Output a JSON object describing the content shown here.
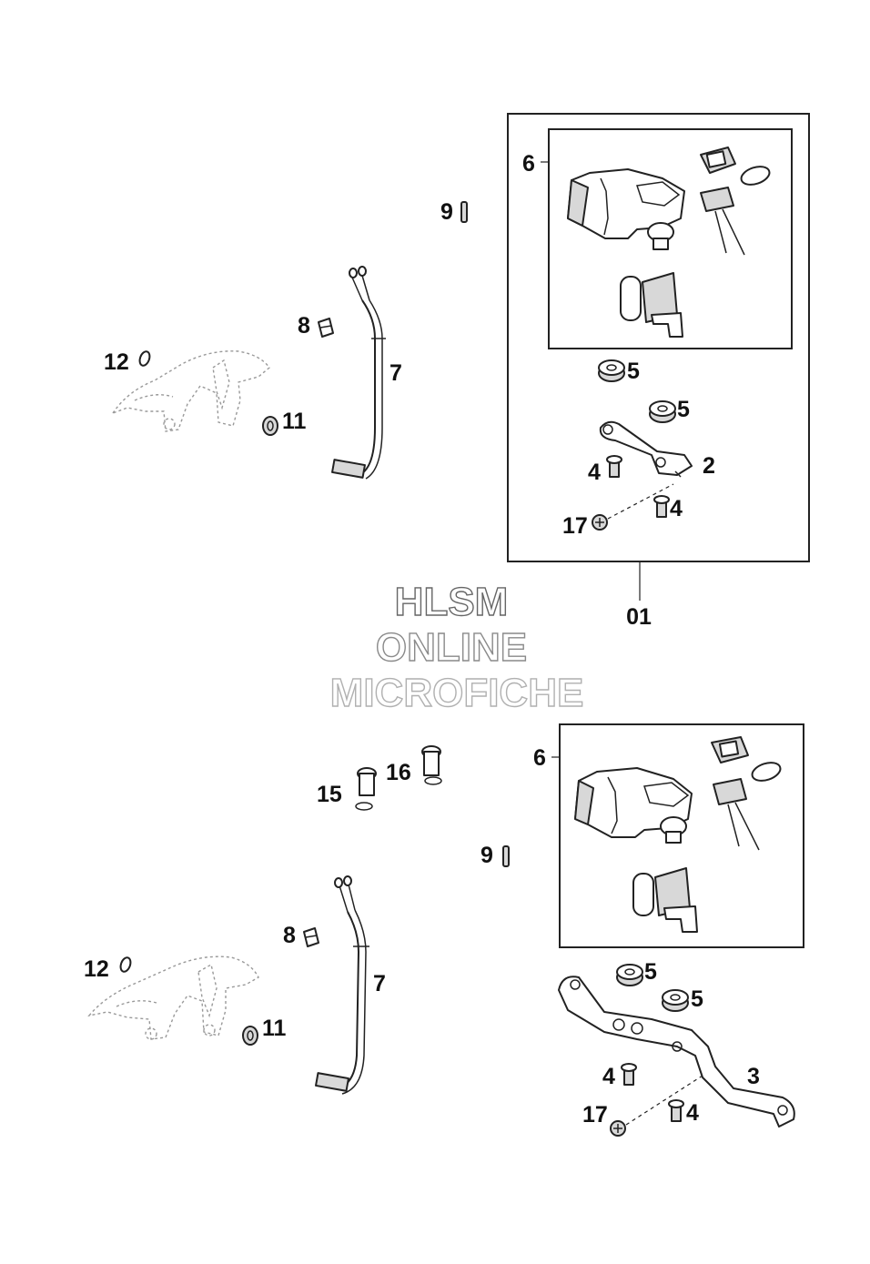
{
  "watermark": {
    "line1": "HLSM",
    "line2": "ONLINE",
    "line3": "MICROFICHE"
  },
  "labels": {
    "assembly": "01",
    "top": {
      "switch_group": "6",
      "pin": "9",
      "clip": "8",
      "cable": "7",
      "ring": "12",
      "grommet": "11",
      "washer_a": "5",
      "washer_b": "5",
      "screw_a": "4",
      "bracket": "2",
      "screw_b": "4",
      "bolt": "17"
    },
    "bottom": {
      "switch_group": "6",
      "pin": "9",
      "clip": "8",
      "cable": "7",
      "ring": "12",
      "grommet": "11",
      "plug_a": "15",
      "plug_b": "16",
      "washer_a": "5",
      "washer_b": "5",
      "screw_a": "4",
      "bracket": "3",
      "screw_b": "4",
      "bolt": "17"
    }
  },
  "colors": {
    "ink": "#111111",
    "watermark_1": "#666666",
    "watermark_2": "#8a8a8a",
    "watermark_3": "#b0b0b0"
  }
}
